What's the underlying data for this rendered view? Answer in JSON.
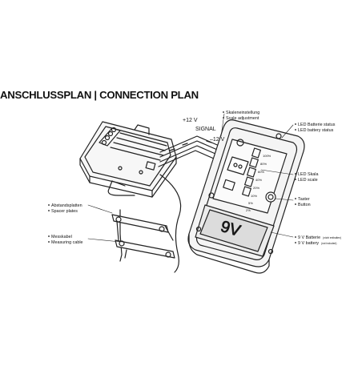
{
  "title": "ANSCHLUSSPLAN | CONNECTION PLAN",
  "wires": {
    "plus": "+12 V",
    "signal": "SIGNAL",
    "minus": "–12 V"
  },
  "labels": {
    "scale_de": "Skaleneinstellung",
    "scale_en": "Scale adjustment",
    "led_batt_de": "LED Batterie status",
    "led_batt_en": "LED battery status",
    "led_scale_de": "LED Skala",
    "led_scale_en": "LED scale",
    "button_de": "Taster",
    "button_en": "Button",
    "batt9_de": "9 V Batterie",
    "batt9_de_note": "(nicht enthalten)",
    "batt9_en": "9 V battery",
    "batt9_en_note": "(not included)",
    "spacer_de": "Abstandsplatten",
    "spacer_en": "Spacer plates",
    "cable_de": "Messkabel",
    "cable_en": "Measuring cable"
  },
  "battery_text": "9V",
  "led_values": [
    "100%",
    "80%",
    "60%",
    "40%",
    "20%",
    "10%",
    "5%",
    "2%"
  ]
}
